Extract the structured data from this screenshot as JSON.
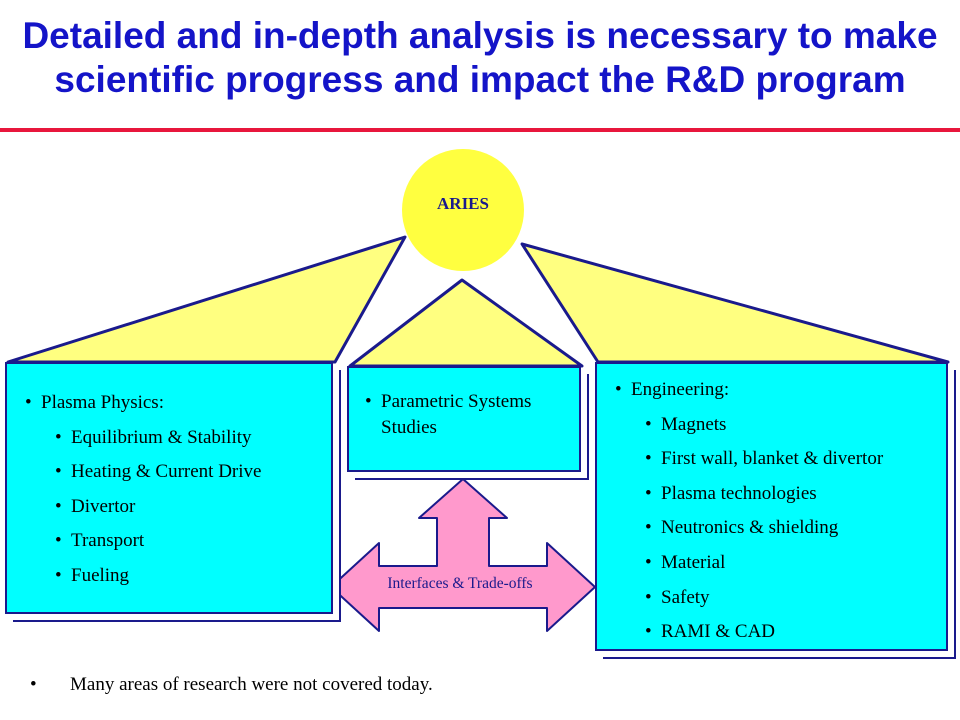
{
  "header": {
    "title_line1": "Detailed and in-depth analysis is necessary to make",
    "title_line2": "scientific progress and impact the R&D program"
  },
  "colors": {
    "title": "#1414c8",
    "rule": "#e8163c",
    "box_fill": "#00ffff",
    "sun_fill": "#ffff40",
    "beam_fill": "#ffff80",
    "arrow_fill": "#ff99cc",
    "outline": "#1a1a8c"
  },
  "diagram": {
    "center": {
      "label": "ARIES"
    },
    "plasma_box": {
      "heading": "Plasma Physics:",
      "items": [
        "Equilibrium & Stability",
        "Heating & Current Drive",
        "Divertor",
        "Transport",
        "Fueling"
      ]
    },
    "systems_box": {
      "heading": "Parametric Systems Studies"
    },
    "engineering_box": {
      "heading": "Engineering:",
      "items": [
        "Magnets",
        "First wall, blanket & divertor",
        "Plasma technologies",
        "Neutronics & shielding",
        "Material",
        "Safety",
        "RAMI & CAD"
      ]
    },
    "arrow": {
      "label": "Interfaces & Trade-offs"
    }
  },
  "footer": {
    "note": "Many areas of research were not covered today."
  }
}
